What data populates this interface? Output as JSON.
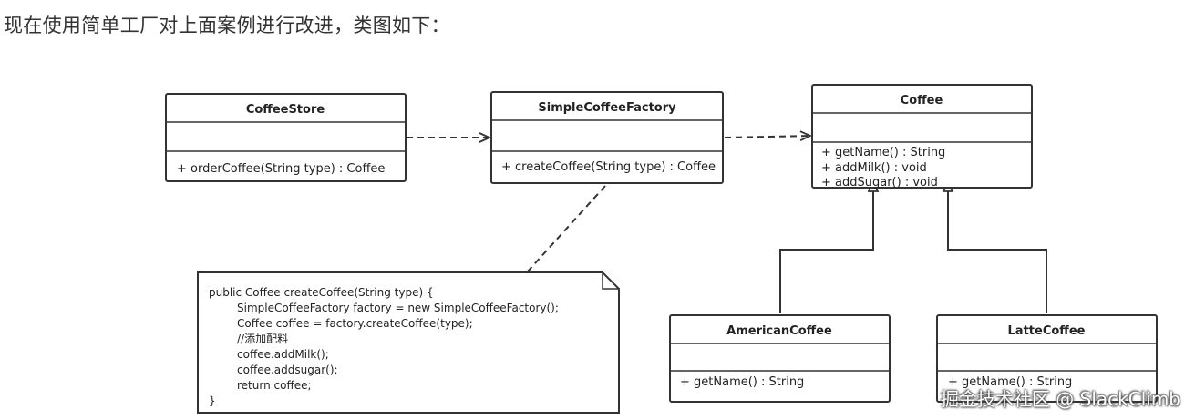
{
  "intro_text": "现在使用简单工厂对上面案例进行改进，类图如下：",
  "classes": {
    "coffee_store": {
      "name": "CoffeeStore",
      "methods": [
        "+ orderCoffee(String type) : Coffee"
      ]
    },
    "simple_factory": {
      "name": "SimpleCoffeeFactory",
      "methods": [
        "+ createCoffee(String type) : Coffee"
      ]
    },
    "coffee": {
      "name": "Coffee",
      "methods": [
        "+ getName() : String",
        "+ addMilk() : void",
        "+ addSugar() : void"
      ]
    },
    "american": {
      "name": "AmericanCoffee",
      "methods": [
        "+ getName() : String"
      ]
    },
    "latte": {
      "name": "LatteCoffee",
      "methods": [
        "+ getName() : String"
      ]
    }
  },
  "note": {
    "lines": [
      "public Coffee  createCoffee(String type) {",
      "SimpleCoffeeFactory factory = new SimpleCoffeeFactory();",
      "Coffee coffee = factory.createCoffee(type);",
      "//添加配料",
      "coffee.addMilk();",
      "coffee.addsugar();",
      "return coffee;",
      "}"
    ]
  },
  "watermark": "掘金技术社区 @ SlackClimb"
}
